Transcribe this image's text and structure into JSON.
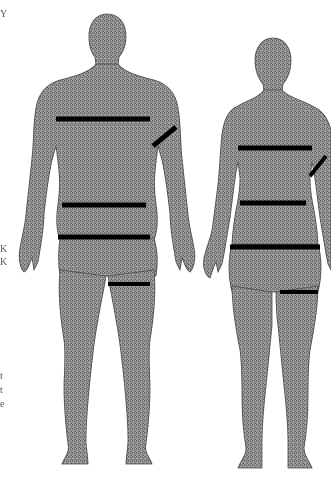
{
  "colors": {
    "silhouette": "#8c8c8c",
    "silhouette_dark": "#5f5f5f",
    "measurement_line": "#000000",
    "background": "#ffffff"
  },
  "edge_fragments": [
    "Y",
    "K",
    "K",
    "t",
    "t",
    "e"
  ],
  "figures": [
    {
      "id": "male",
      "measurements": [
        "chest",
        "upper-arm",
        "waist",
        "hips",
        "thigh"
      ]
    },
    {
      "id": "female",
      "measurements": [
        "chest",
        "upper-arm",
        "waist",
        "hips",
        "thigh"
      ]
    }
  ]
}
